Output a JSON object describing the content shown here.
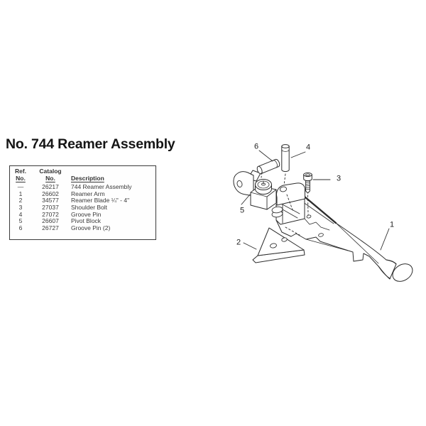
{
  "title": "No. 744 Reamer Assembly",
  "table": {
    "headers": {
      "ref_line1": "Ref.",
      "ref_line2": "No.",
      "catalog_line1": "Catalog",
      "catalog_line2": "No.",
      "description": "Description"
    },
    "rows": [
      {
        "ref": "—",
        "catalog": "26217",
        "description": "744 Reamer Assembly"
      },
      {
        "ref": "1",
        "catalog": "26602",
        "description": "Reamer Arm"
      },
      {
        "ref": "2",
        "catalog": "34577",
        "description": "Reamer Blade ¼\" - 4\""
      },
      {
        "ref": "3",
        "catalog": "27037",
        "description": "Shoulder Bolt"
      },
      {
        "ref": "4",
        "catalog": "27072",
        "description": "Groove Pin"
      },
      {
        "ref": "5",
        "catalog": "26607",
        "description": "Pivot Block"
      },
      {
        "ref": "6",
        "catalog": "26727",
        "description": "Groove Pin (2)"
      }
    ]
  },
  "diagram": {
    "callouts": [
      {
        "label": "1"
      },
      {
        "label": "2"
      },
      {
        "label": "3"
      },
      {
        "label": "4"
      },
      {
        "label": "5"
      },
      {
        "label": "6"
      }
    ]
  },
  "colors": {
    "ink": "#2d2d2d",
    "background": "#ffffff"
  }
}
